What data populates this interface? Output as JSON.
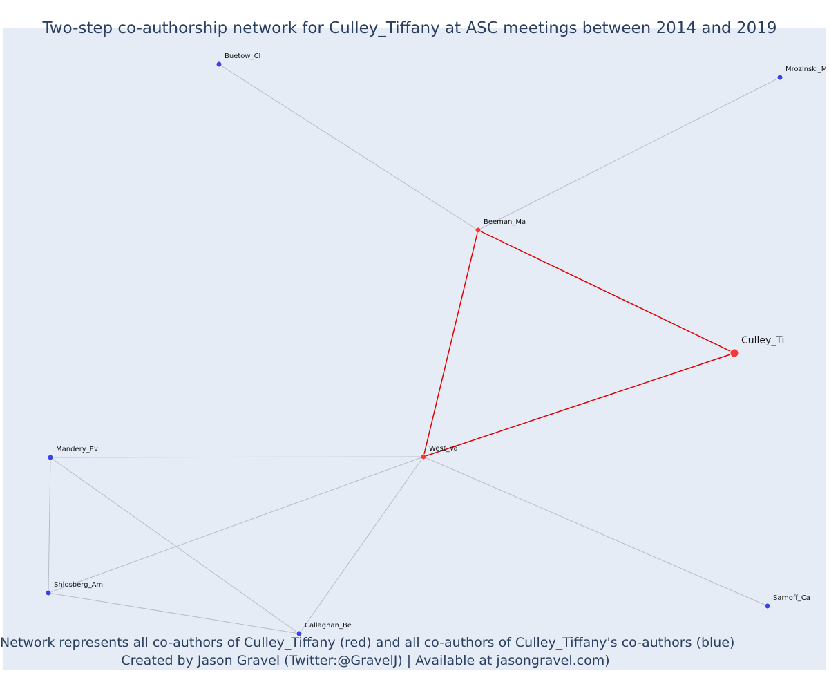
{
  "title": "Two-step co-authorship network for Culley_Tiffany at ASC meetings between 2014 and 2019",
  "footer": {
    "line1": "Network represents all co-authors of Culley_Tiffany (red) and all co-authors of Culley_Tiffany's co-authors (blue)",
    "line2": "Created by Jason Gravel (Twitter:@GravelJ) | Available at jasongravel.com)"
  },
  "colors": {
    "background": "#e5ecf6",
    "red_node": "#ef3b3b",
    "blue_node": "#3b44e6",
    "red_edge": "#e00000",
    "grey_edge": "#b8bac9",
    "text": "#2a3f5f"
  },
  "network": {
    "nodes": [
      {
        "id": "Culley_Ti",
        "label": "Culley_Ti",
        "group": "focal"
      },
      {
        "id": "Beeman_Ma",
        "label": "Beeman_Ma",
        "group": "red"
      },
      {
        "id": "West_Va",
        "label": "West_Va",
        "group": "red"
      },
      {
        "id": "Buetow_Cl",
        "label": "Buetow_Cl",
        "group": "blue"
      },
      {
        "id": "Mrozinski_M",
        "label": "Mrozinski_M",
        "group": "blue"
      },
      {
        "id": "Mandery_Ev",
        "label": "Mandery_Ev",
        "group": "blue"
      },
      {
        "id": "Shlosberg_Am",
        "label": "Shlosberg_Am",
        "group": "blue"
      },
      {
        "id": "Callaghan_Be",
        "label": "Callaghan_Be",
        "group": "blue"
      },
      {
        "id": "Sarnoff_Ca",
        "label": "Sarnoff_Ca",
        "group": "blue"
      }
    ],
    "edges": [
      {
        "source": "Culley_Ti",
        "target": "Beeman_Ma",
        "type": "red"
      },
      {
        "source": "Culley_Ti",
        "target": "West_Va",
        "type": "red"
      },
      {
        "source": "Beeman_Ma",
        "target": "West_Va",
        "type": "red"
      },
      {
        "source": "Beeman_Ma",
        "target": "Buetow_Cl",
        "type": "grey"
      },
      {
        "source": "Beeman_Ma",
        "target": "Mrozinski_M",
        "type": "grey"
      },
      {
        "source": "West_Va",
        "target": "Mandery_Ev",
        "type": "grey"
      },
      {
        "source": "West_Va",
        "target": "Shlosberg_Am",
        "type": "grey"
      },
      {
        "source": "West_Va",
        "target": "Callaghan_Be",
        "type": "grey"
      },
      {
        "source": "West_Va",
        "target": "Sarnoff_Ca",
        "type": "grey"
      },
      {
        "source": "Mandery_Ev",
        "target": "Shlosberg_Am",
        "type": "grey"
      },
      {
        "source": "Mandery_Ev",
        "target": "Callaghan_Be",
        "type": "grey"
      },
      {
        "source": "Shlosberg_Am",
        "target": "Callaghan_Be",
        "type": "grey"
      }
    ]
  }
}
